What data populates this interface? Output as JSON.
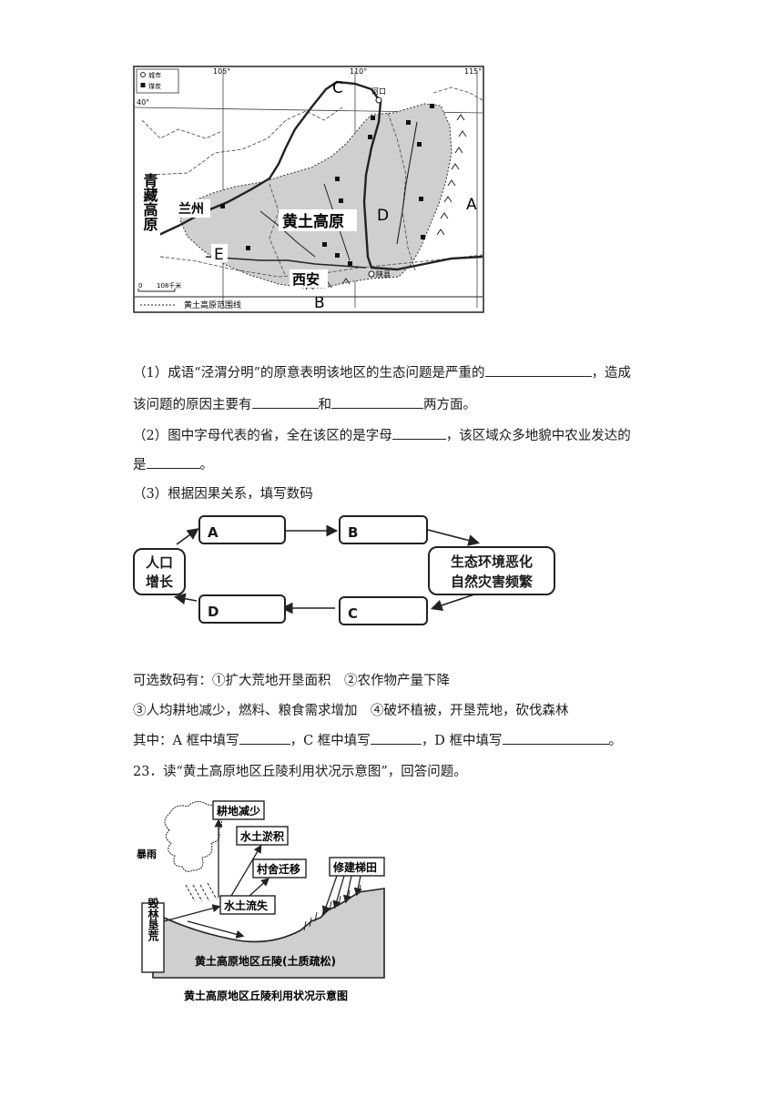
{
  "map": {
    "legend_city": "城市",
    "legend_coal": "煤炭",
    "lon1": "105°",
    "lon2": "110°",
    "lon3": "115°",
    "lat": "40°",
    "letter_a": "A",
    "letter_b": "B",
    "letter_c": "C",
    "letter_d": "D",
    "letter_e": "E",
    "plateau_label": "黄土高原",
    "qingzang_label": "青藏高原",
    "lanzhou": "兰州",
    "xian": "西安",
    "hekou": "河口",
    "shanxian": "陕县",
    "scale_start": "0",
    "scale_label": "108千米",
    "boundary_legend": "黄土高原范围线"
  },
  "q1": {
    "line1_a": "（1）成语“泾渭分明”的原意表明该地区的生态问题是严重的",
    "line1_b": "，造成",
    "line2_a": "该问题的原因主要有",
    "line2_b": "和",
    "line2_c": "两方面。"
  },
  "q2": {
    "line1_a": "（2）图中字母代表的省，全在该区的是字母",
    "line1_b": "，该区域众多地貌中农业发达的",
    "line2_a": "是",
    "line2_b": "。"
  },
  "q3": {
    "title": "（3）根据因果关系，填写数码",
    "box_a": "A",
    "box_b": "B",
    "box_c": "C",
    "box_d": "D",
    "people_line1": "人口",
    "people_line2": "增长",
    "eco_line1": "生态环境恶化",
    "eco_line2": "自然灾害频繁",
    "options_line1": "可选数码有：①扩大荒地开垦面积　②农作物产量下降",
    "options_line2": "③人均耕地减少，燃料、粮食需求增加　④破坏植被，开垦荒地，砍伐森林",
    "fill_a": "其中：A 框中填写",
    "fill_c": "，C 框中填写",
    "fill_d": "，D 框中填写",
    "fill_end": "。"
  },
  "q23": {
    "title": "23．读“黄土高原地区丘陵利用状况示意图”，回答问题。",
    "rainstorm": "暴雨",
    "farmland_less": "耕地减少",
    "silting": "水土淤积",
    "village_move": "村舍迁移",
    "terrace": "修建梯田",
    "erosion": "水土流失",
    "deforest": "毁林垦荒",
    "hill_label": "黄土高原地区丘陵(土质疏松)",
    "caption": "黄土高原地区丘陵利用状况示意图"
  }
}
